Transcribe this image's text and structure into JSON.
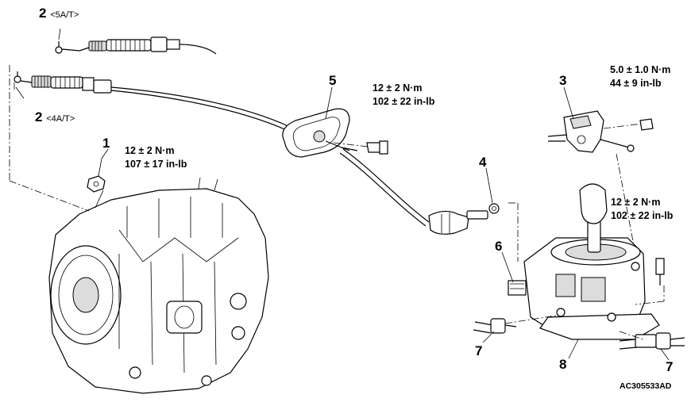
{
  "callouts": {
    "c1": "1",
    "c2_top": "2",
    "c2_top_variant": "<5A/T>",
    "c2_left": "2",
    "c2_left_variant": "<4A/T>",
    "c3": "3",
    "c4": "4",
    "c5": "5",
    "c6": "6",
    "c7_left": "7",
    "c7_right": "7",
    "c8": "8"
  },
  "torques": {
    "t1_nm": "12 ± 2 N·m",
    "t1_inlb": "107 ± 17 in-lb",
    "t5_nm": "12 ± 2 N·m",
    "t5_inlb": "102 ± 22 in-lb",
    "t3_nm": "5.0 ± 1.0 N·m",
    "t3_inlb": "44 ± 9 in-lb",
    "t8_nm": "12 ± 2 N·m",
    "t8_inlb": "102 ± 22 in-lb"
  },
  "figure_code": "AC305533AD"
}
